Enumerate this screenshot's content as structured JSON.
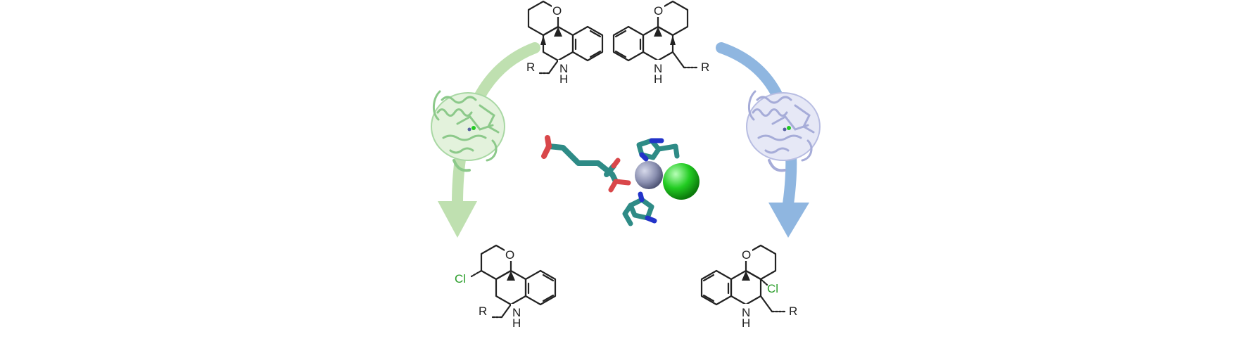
{
  "top_left_molecule": {
    "substituent": "R",
    "ring_oxygen": "O",
    "amine": "N",
    "amine_h": "H"
  },
  "top_right_molecule": {
    "substituent": "R",
    "ring_oxygen": "O",
    "amine": "N",
    "amine_h": "H"
  },
  "bottom_left_molecule": {
    "halogen": "Cl",
    "substituent": "R",
    "ring_oxygen": "O",
    "amine": "N",
    "amine_h": "H"
  },
  "bottom_right_molecule": {
    "halogen": "Cl",
    "substituent": "R",
    "ring_oxygen": "O",
    "amine": "N",
    "amine_h": "H"
  },
  "colors": {
    "green_arrow": "#bfe0b0",
    "blue_arrow": "#8fb6e0",
    "green_enzyme": "#8cc98a",
    "blue_enzyme": "#a6acd8",
    "stick_carbon": "#2e8b86",
    "stick_oxygen": "#d9474a",
    "stick_nitrogen": "#2233c9",
    "iron_sphere": "#8a8fb0",
    "chloride_sphere": "#22cc22",
    "chlorine_label": "#2a9d2a"
  },
  "icons": [
    "green-enzyme-ribbon-icon",
    "blue-enzyme-ribbon-icon",
    "active-site-stick-model-icon"
  ]
}
